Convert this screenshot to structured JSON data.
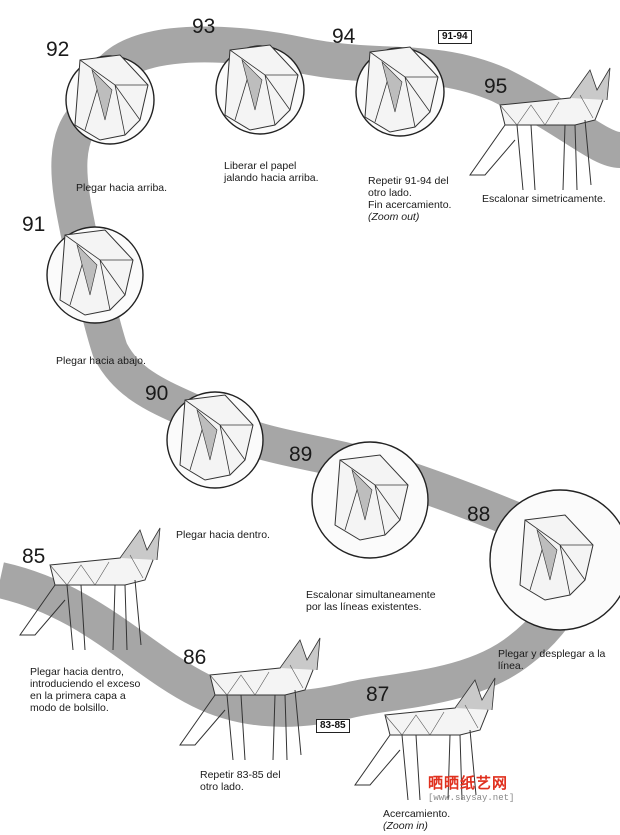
{
  "steps": [
    {
      "num": "92",
      "lines": [
        "Plegar hacia arriba."
      ],
      "italic": []
    },
    {
      "num": "93",
      "lines": [
        "Liberar el papel",
        "jalando hacia arriba."
      ],
      "italic": []
    },
    {
      "num": "94",
      "lines": [
        "Repetir 91-94 del",
        "otro lado.",
        "Fin acercamiento."
      ],
      "italic": [
        "(Zoom out)"
      ],
      "ref": "91-94"
    },
    {
      "num": "95",
      "lines": [
        "Escalonar simetricamente."
      ],
      "italic": []
    },
    {
      "num": "91",
      "lines": [
        "Plegar hacia abajo."
      ],
      "italic": []
    },
    {
      "num": "90",
      "lines": [
        "Plegar hacia dentro."
      ],
      "italic": []
    },
    {
      "num": "89",
      "lines": [
        "Escalonar simultaneamente",
        "por las líneas existentes."
      ],
      "italic": []
    },
    {
      "num": "88",
      "lines": [
        "Plegar y desplegar a la",
        "línea."
      ],
      "italic": []
    },
    {
      "num": "85",
      "lines": [
        "Plegar hacia dentro,",
        "introduciendo el exceso",
        "en la primera capa a",
        "modo de bolsillo."
      ],
      "italic": []
    },
    {
      "num": "86",
      "lines": [
        "Repetir 83-85 del",
        "otro lado."
      ],
      "italic": [],
      "ref": "83-85"
    },
    {
      "num": "87",
      "lines": [
        "Acercamiento."
      ],
      "italic": [
        "(Zoom in)"
      ]
    }
  ],
  "watermark": {
    "title": "晒晒纸艺网",
    "url": "[www.saysay.net]"
  }
}
